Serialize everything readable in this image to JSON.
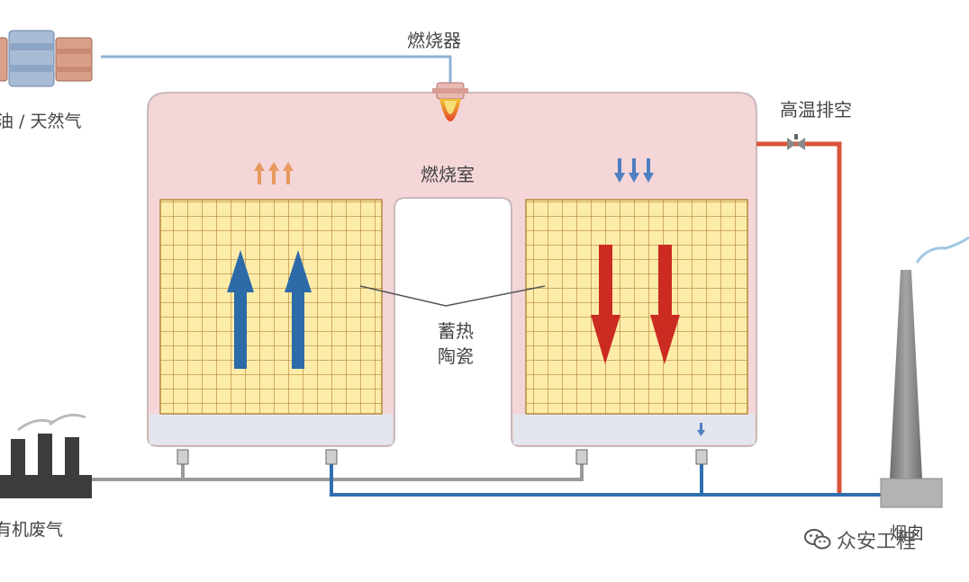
{
  "labels": {
    "burner": "燃烧器",
    "fuel": "油 / 天然气",
    "combustion_chamber": "燃烧室",
    "high_temp_exhaust": "高温排空",
    "heat_storage_ceramic_line1": "蓄热",
    "heat_storage_ceramic_line2": "陶瓷",
    "organic_waste_gas": "有机废气",
    "chimney": "烟囱"
  },
  "watermark": {
    "icon": "wechat-icon",
    "text": "众安工程"
  },
  "colors": {
    "chamber_fill": "#f4d5d8",
    "chamber_border": "#c9b9bb",
    "ceramic_fill": "#fdeca9",
    "ceramic_grid": "#b5873a",
    "bottom_plenum": "#e3e6ee",
    "cold_pipe": "#2f6fb0",
    "hot_pipe": "#d9533a",
    "inlet_pipe": "#9a9a9a",
    "arrow_up": "#2d6aa8",
    "arrow_down": "#cc2b22",
    "small_arrow_orange": "#e79a5e",
    "small_arrow_blue": "#4d7fc1",
    "chimney_fill": "#8a8a8a"
  }
}
